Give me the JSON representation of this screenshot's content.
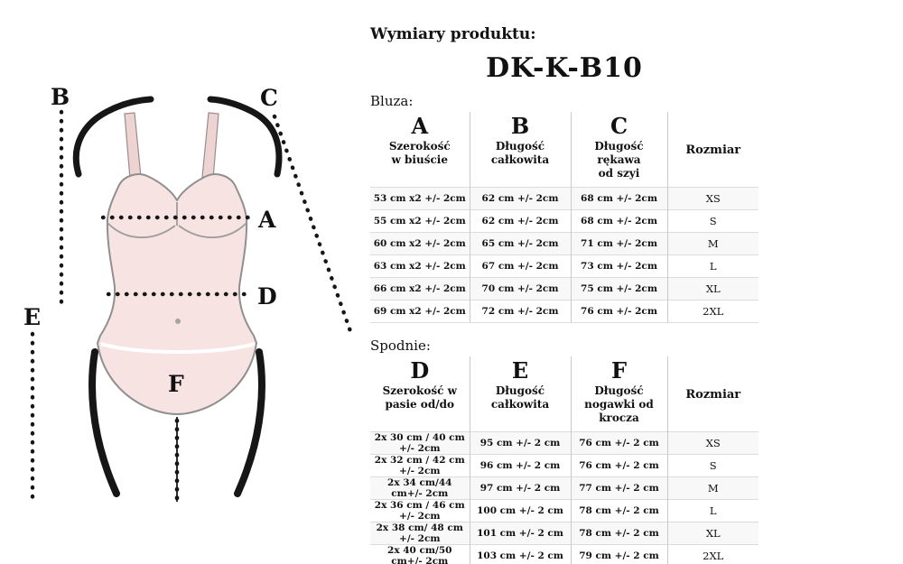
{
  "header": {
    "title": "Wymiary produktu:",
    "product_code": "DK-K-B10"
  },
  "diagram": {
    "markers": [
      "A",
      "B",
      "C",
      "D",
      "E",
      "F"
    ],
    "garment_fill_color": "#f8e3e3",
    "line_color": "#161616"
  },
  "tables": [
    {
      "name": "Bluza:",
      "columns": [
        {
          "letter": "A",
          "label": "Szerokość\nw biuście"
        },
        {
          "letter": "B",
          "label": "Długość\ncałkowita"
        },
        {
          "letter": "C",
          "label": "Długość rękawa\nod szyi"
        },
        {
          "letter": "",
          "label": "Rozmiar"
        }
      ],
      "rows": [
        [
          "53 cm x2 +/- 2cm",
          "62 cm +/- 2cm",
          "68 cm +/- 2cm",
          "XS"
        ],
        [
          "55 cm x2 +/- 2cm",
          "62 cm +/- 2cm",
          "68 cm +/- 2cm",
          "S"
        ],
        [
          "60 cm x2 +/- 2cm",
          "65 cm +/- 2cm",
          "71 cm +/- 2cm",
          "M"
        ],
        [
          "63 cm x2 +/- 2cm",
          "67 cm +/- 2cm",
          "73 cm +/- 2cm",
          "L"
        ],
        [
          "66 cm x2 +/- 2cm",
          "70 cm +/- 2cm",
          "75 cm +/- 2cm",
          "XL"
        ],
        [
          "69 cm x2 +/- 2cm",
          "72 cm +/- 2cm",
          "76 cm +/- 2cm",
          "2XL"
        ]
      ]
    },
    {
      "name": "Spodnie:",
      "columns": [
        {
          "letter": "D",
          "label": "Szerokość w\npasie od/do"
        },
        {
          "letter": "E",
          "label": "Długość\ncałkowita"
        },
        {
          "letter": "F",
          "label": "Długość\nnogawki od krocza"
        },
        {
          "letter": "",
          "label": "Rozmiar"
        }
      ],
      "rows": [
        [
          "2x 30 cm / 40 cm +/- 2cm",
          "95 cm +/- 2 cm",
          "76 cm +/- 2 cm",
          "XS"
        ],
        [
          "2x 32 cm / 42 cm +/- 2cm",
          "96 cm +/- 2 cm",
          "76 cm +/- 2 cm",
          "S"
        ],
        [
          "2x 34 cm/44 cm+/- 2cm",
          "97 cm +/- 2 cm",
          "77 cm +/- 2 cm",
          "M"
        ],
        [
          "2x 36 cm / 46 cm +/- 2cm",
          "100 cm +/- 2 cm",
          "78 cm +/- 2 cm",
          "L"
        ],
        [
          "2x 38 cm/ 48 cm +/- 2cm",
          "101 cm +/- 2 cm",
          "78 cm +/- 2 cm",
          "XL"
        ],
        [
          "2x 40 cm/50 cm+/- 2cm",
          "103 cm +/- 2 cm",
          "79 cm +/- 2 cm",
          "2XL"
        ]
      ]
    }
  ]
}
